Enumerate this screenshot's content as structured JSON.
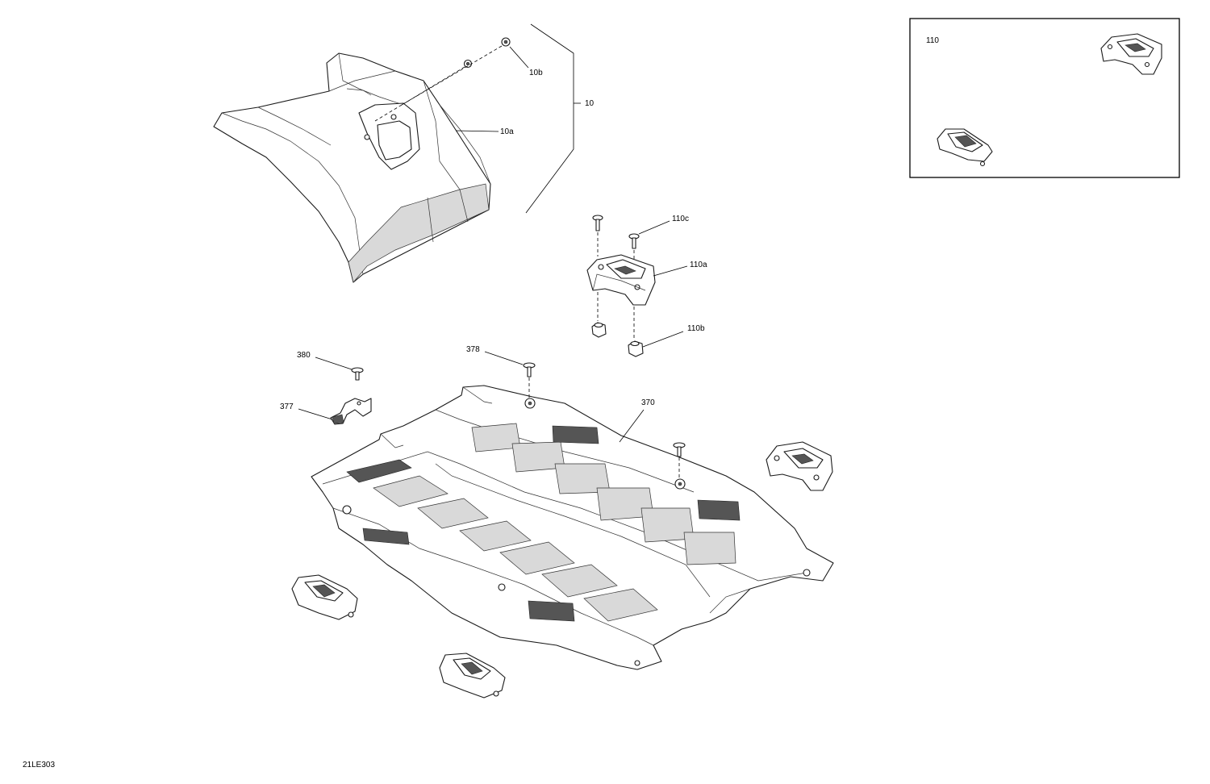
{
  "diagram_code": "21LE303",
  "inset": {
    "label": "110"
  },
  "callouts": {
    "c10": "10",
    "c10a": "10a",
    "c10b": "10b",
    "c110a": "110a",
    "c110b": "110b",
    "c110c": "110c",
    "c370": "370",
    "c377": "377",
    "c378": "378",
    "c380": "380"
  }
}
